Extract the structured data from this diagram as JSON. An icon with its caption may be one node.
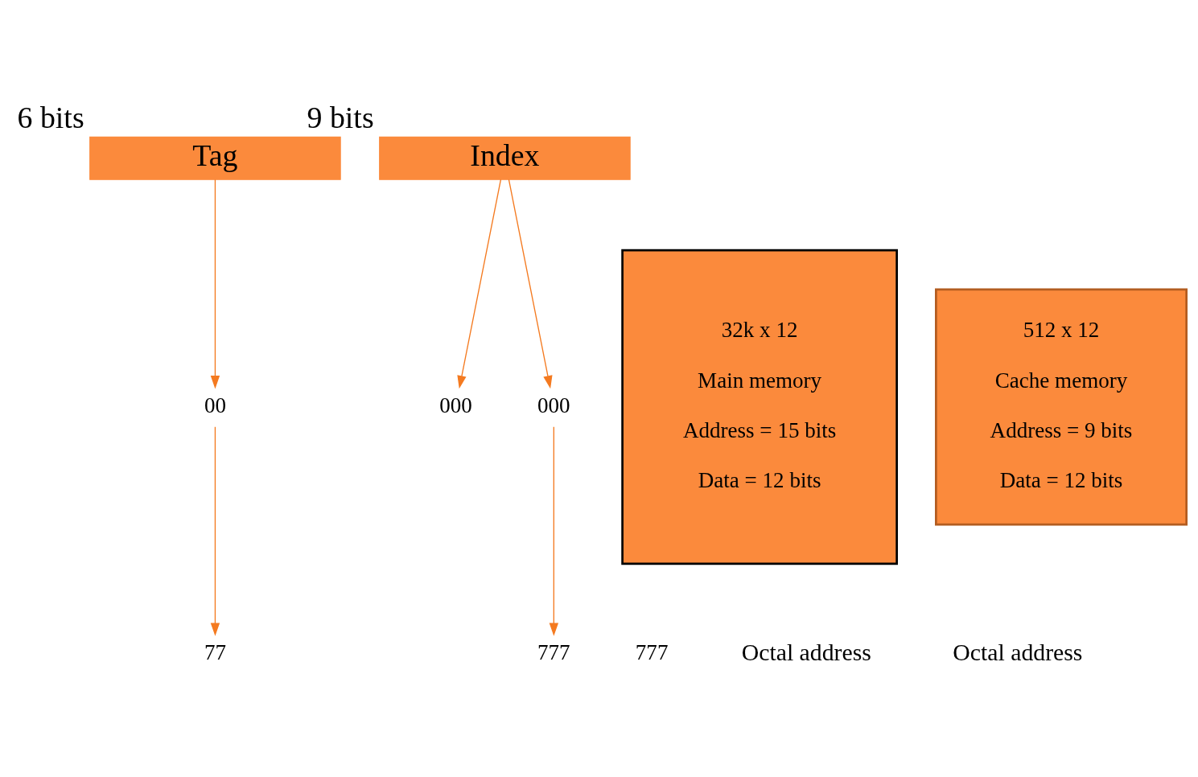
{
  "diagram": {
    "nodes": [
      {
        "text": [
          "Tag"
        ],
        "beside": [
          "6 bits"
        ]
      },
      {
        "text": [
          "Index"
        ],
        "beside": [
          "9 bits"
        ]
      },
      {
        "text": [
          "00"
        ]
      },
      {
        "text": [
          "000"
        ]
      },
      {
        "text": [
          "77"
        ]
      },
      {
        "text": [
          "777"
        ]
      },
      {
        "text": [
          "32k x 12",
          "Main memory",
          "Address = 15 bits",
          "Data = 12 bits"
        ]
      },
      {
        "text": [
          "000"
        ]
      },
      {
        "text": [
          "777"
        ]
      },
      {
        "text": [
          "512 x 12",
          "Cache memory",
          "Address = 9 bits",
          "Data = 12 bits"
        ]
      }
    ],
    "edges": [
      {
        "from": 0,
        "to": 2,
        "arrow": "to"
      },
      {
        "from": 1,
        "to": 3,
        "arrow": "to"
      },
      {
        "from": 1,
        "to": 7,
        "arrow": "to"
      },
      {
        "from": 2,
        "to": 4,
        "arrow": "to"
      },
      {
        "from": 7,
        "to": 8,
        "arrow": "to"
      }
    ],
    "labels": [
      "Octal address",
      "Octal address"
    ]
  }
}
